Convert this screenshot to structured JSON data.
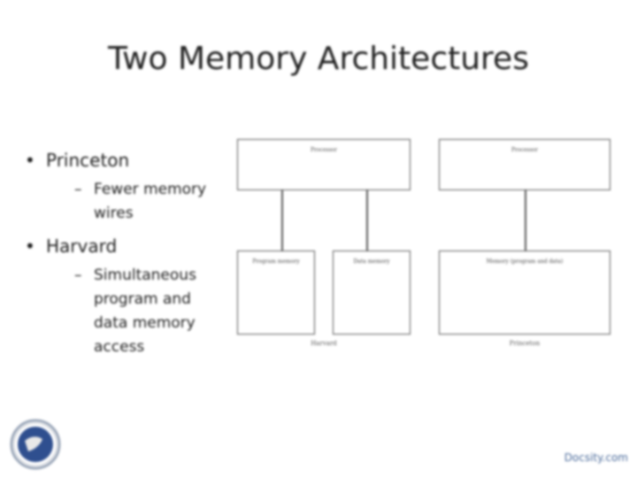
{
  "slide": {
    "title": "Two Memory Architectures",
    "bullets": [
      {
        "text": "Princeton",
        "sub": "Fewer memory wires"
      },
      {
        "text": "Harvard",
        "sub": "Simultaneous program and data memory access"
      }
    ]
  },
  "diagram": {
    "harvard": {
      "processor": "Processor",
      "program_memory": "Program memory",
      "data_memory": "Data memory",
      "caption": "Harvard"
    },
    "princeton": {
      "processor": "Processor",
      "memory": "Memory (program and data)",
      "caption": "Princeton"
    }
  },
  "footer": {
    "watermark": "Docsity.com"
  }
}
